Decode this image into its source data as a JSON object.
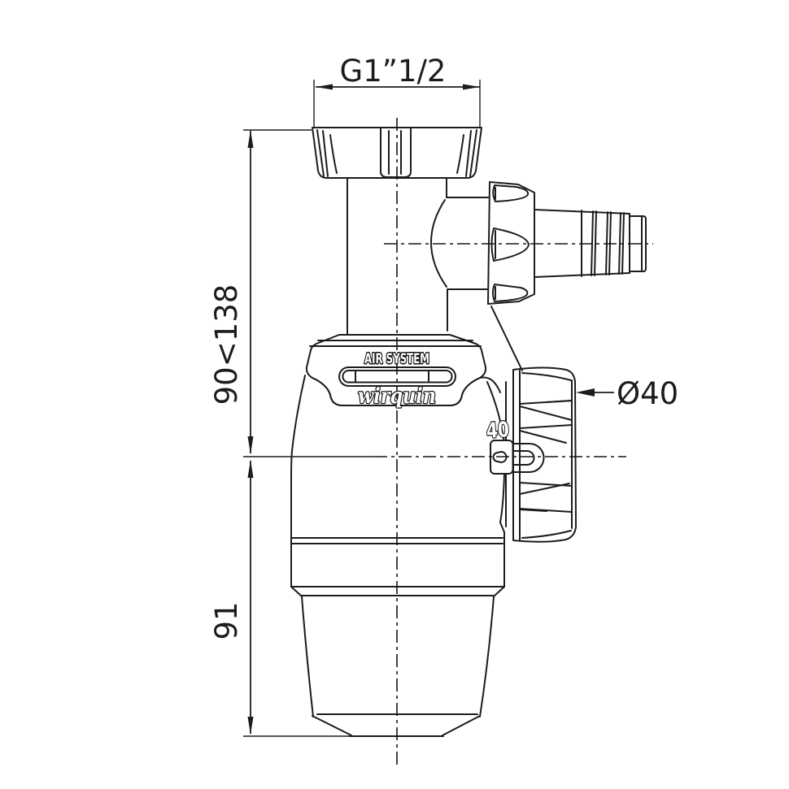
{
  "drawing": {
    "dimensions": {
      "top_thread": "G1”1/2",
      "upper_height": "90<138",
      "lower_height": "91",
      "outlet_diameter": "Ø40",
      "side_nut_size": "40"
    },
    "branding": {
      "system_label": "AIR SYSTEM",
      "logo_text": "wirquin"
    },
    "colors": {
      "line": "#1c1c1c",
      "accent_gray": "#b8b8b8",
      "background": "#ffffff"
    }
  }
}
